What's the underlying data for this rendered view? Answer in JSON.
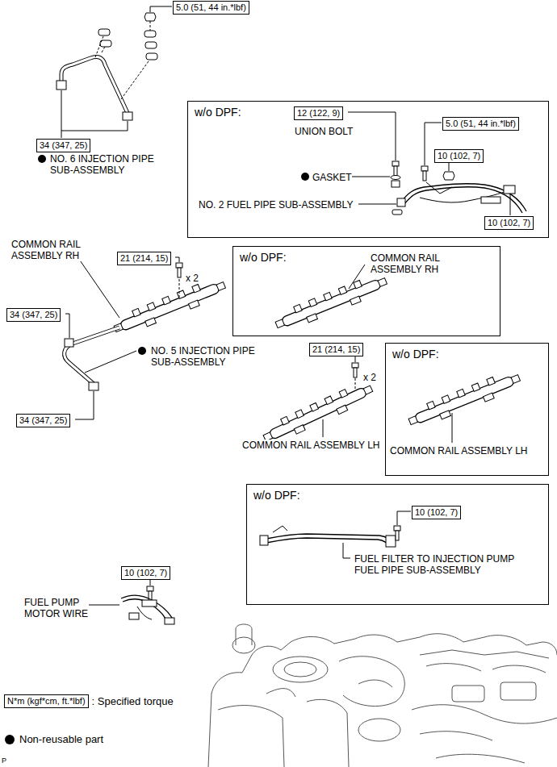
{
  "diagram": {
    "nodes": [
      {
        "text": [
          "5.0 (51, 44 in.*lbf)"
        ]
      },
      {
        "text": [
          "34 (347, 25)"
        ]
      },
      {
        "text": [
          "w/o DPF:",
          "UNION BOLT",
          "GASKET",
          "NO. 2 FUEL PIPE SUB-ASSEMBLY"
        ]
      },
      {
        "text": [
          "12 (122, 9)"
        ],
        "in": 2
      },
      {
        "text": [
          "5.0 (51, 44 in.*lbf)"
        ],
        "in": 2
      },
      {
        "text": [
          "10 (102, 7)"
        ],
        "in": 2
      },
      {
        "text": [
          "10 (102, 7)"
        ],
        "in": 2
      },
      {
        "text": [
          "21 (214, 15)"
        ]
      },
      {
        "text": [
          "w/o DPF:",
          "COMMON RAIL ASSEMBLY RH"
        ]
      },
      {
        "text": [
          "34 (347, 25)"
        ]
      },
      {
        "text": [
          "21 (214, 15)"
        ]
      },
      {
        "text": [
          "w/o DPF:",
          "COMMON RAIL ASSEMBLY LH"
        ]
      },
      {
        "text": [
          "34 (347, 25)"
        ]
      },
      {
        "text": [
          "w/o DPF:",
          "FUEL FILTER TO INJECTION PUMP FUEL PIPE SUB-ASSEMBLY"
        ]
      },
      {
        "text": [
          "10 (102, 7)"
        ],
        "in": 13
      },
      {
        "text": [
          "10 (102, 7)"
        ]
      },
      {
        "text": [
          "N*m (kgf*cm, ft.*lbf)"
        ]
      }
    ],
    "labels": [
      "NO. 6 INJECTION PIPE SUB-ASSEMBLY",
      "COMMON RAIL ASSEMBLY RH",
      "x 2",
      "NO. 5 INJECTION PIPE SUB-ASSEMBLY",
      "COMMON RAIL ASSEMBLY LH",
      "x 2",
      "FUEL PUMP MOTOR WIRE",
      "P"
    ],
    "legend": [
      {
        "text": ": Specified torque"
      },
      {
        "text": "Non-reusable part"
      }
    ]
  }
}
